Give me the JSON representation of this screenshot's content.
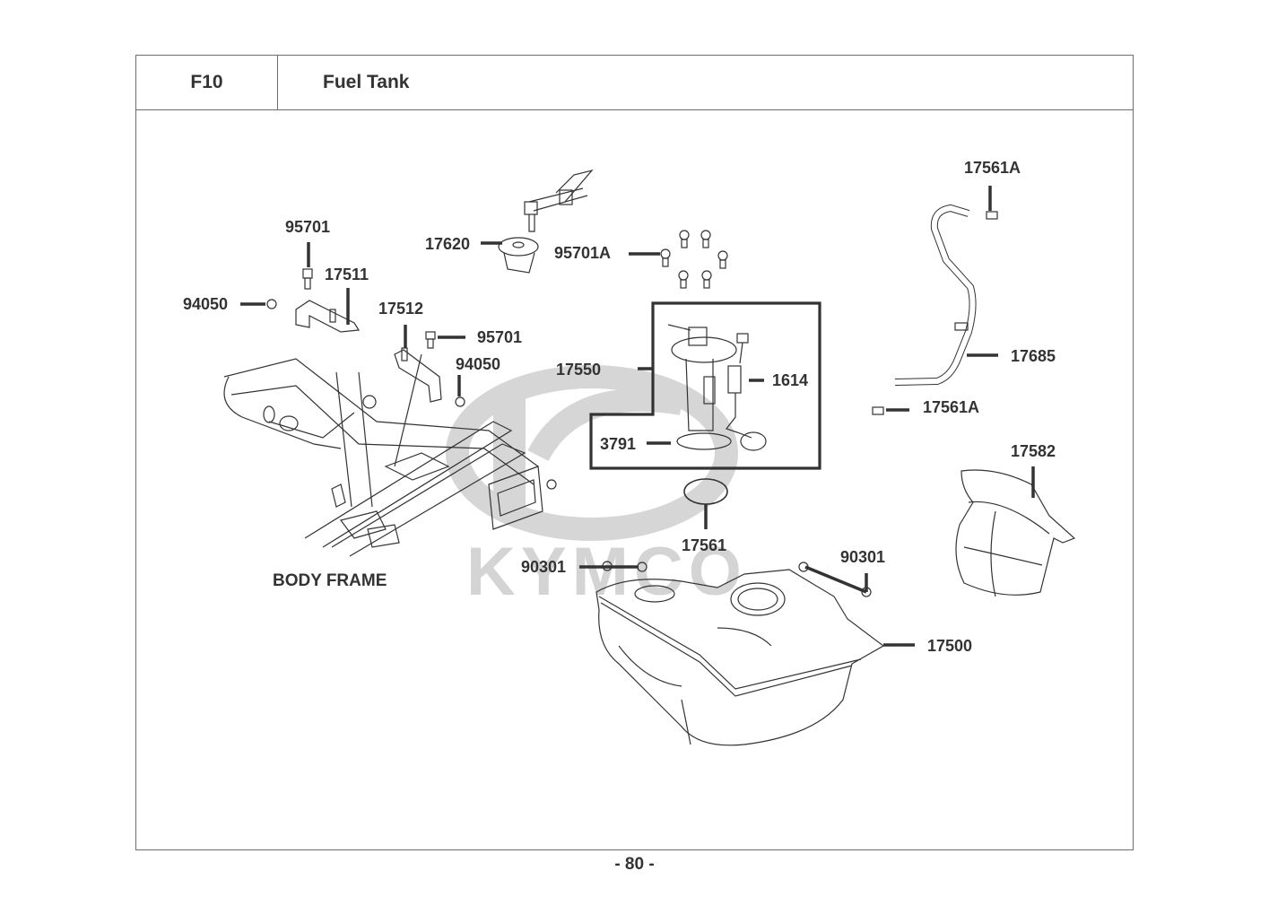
{
  "header": {
    "section_code": "F10",
    "section_title": "Fuel Tank"
  },
  "watermark": {
    "brand": "KYMCO",
    "color": "#d4d4d4"
  },
  "diagram": {
    "assembly_label": "BODY FRAME",
    "parts": [
      {
        "id": "p95701-a",
        "number": "95701",
        "name": "bolt"
      },
      {
        "id": "p17511",
        "number": "17511",
        "name": "bracket"
      },
      {
        "id": "p94050-a",
        "number": "94050",
        "name": "nut"
      },
      {
        "id": "p17512",
        "number": "17512",
        "name": "bracket"
      },
      {
        "id": "p95701-b",
        "number": "95701",
        "name": "bolt"
      },
      {
        "id": "p94050-b",
        "number": "94050",
        "name": "nut"
      },
      {
        "id": "p17620",
        "number": "17620",
        "name": "fuel cap with keys"
      },
      {
        "id": "p95701A",
        "number": "95701A",
        "name": "screws"
      },
      {
        "id": "p17550",
        "number": "17550",
        "name": "fuel pump assembly"
      },
      {
        "id": "p1614",
        "number": "1614",
        "name": "fuel level sender"
      },
      {
        "id": "p3791",
        "number": "3791",
        "name": "pump base"
      },
      {
        "id": "p17561",
        "number": "17561",
        "name": "o-ring"
      },
      {
        "id": "p90301-a",
        "number": "90301",
        "name": "nut"
      },
      {
        "id": "p90301-b",
        "number": "90301",
        "name": "nut"
      },
      {
        "id": "p17500",
        "number": "17500",
        "name": "fuel tank"
      },
      {
        "id": "p17561A-a",
        "number": "17561A",
        "name": "hose clamp"
      },
      {
        "id": "p17685",
        "number": "17685",
        "name": "breather hose"
      },
      {
        "id": "p17561A-b",
        "number": "17561A",
        "name": "hose clamp"
      },
      {
        "id": "p17582",
        "number": "17582",
        "name": "heat shield"
      }
    ]
  },
  "footer": {
    "page_number": "- 80 -"
  }
}
